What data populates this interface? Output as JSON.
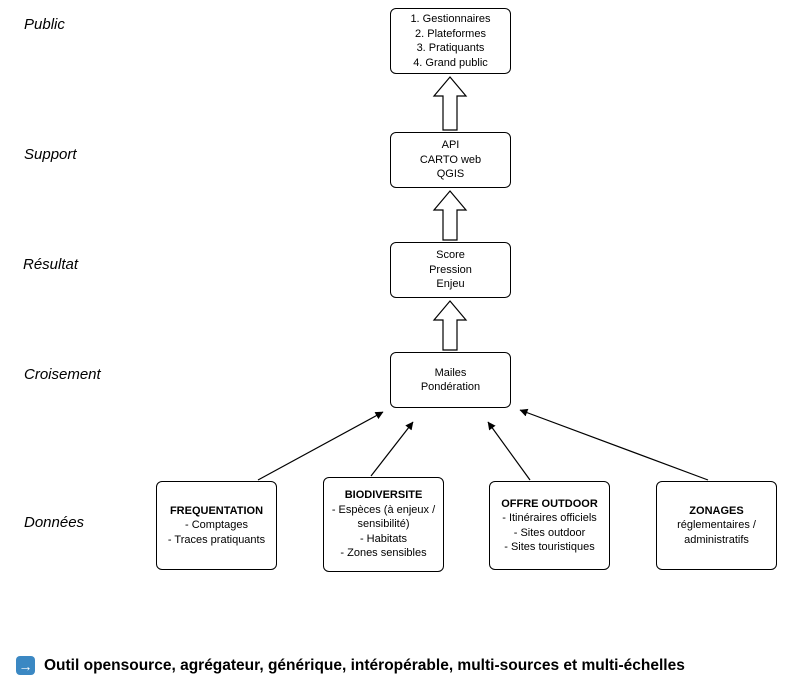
{
  "colors": {
    "background": "#ffffff",
    "box_border": "#000000",
    "footer_icon_bg": "#3b88c3"
  },
  "rows": [
    {
      "label": "Public"
    },
    {
      "label": "Support"
    },
    {
      "label": "Résultat"
    },
    {
      "label": "Croisement"
    },
    {
      "label": "Données"
    }
  ],
  "flow_boxes": [
    {
      "name": "public",
      "lines": [
        "1. Gestionnaires",
        "2. Plateformes",
        "3. Pratiquants",
        "4. Grand public"
      ]
    },
    {
      "name": "support",
      "lines": [
        "API",
        "CARTO web",
        "QGIS"
      ]
    },
    {
      "name": "resultat",
      "lines": [
        "Score",
        "Pression",
        "Enjeu"
      ]
    },
    {
      "name": "croisement",
      "lines": [
        "Mailes",
        "Pondération"
      ]
    }
  ],
  "data_boxes": [
    {
      "title": "FREQUENTATION",
      "lines": [
        "- Comptages",
        "- Traces pratiquants"
      ]
    },
    {
      "title": "BIODIVERSITE",
      "lines": [
        "- Espèces (à enjeux / sensibilité)",
        "- Habitats",
        "- Zones sensibles"
      ]
    },
    {
      "title": "OFFRE OUTDOOR",
      "lines": [
        "- Itinéraires officiels",
        "- Sites outdoor",
        "- Sites touristiques"
      ]
    },
    {
      "title": "ZONAGES",
      "lines": [
        "réglementaires / administratifs"
      ]
    }
  ],
  "footer": {
    "icon_glyph": "→",
    "text": "Outil opensource, agrégateur, générique, intéropérable, multi-sources et multi-échelles"
  }
}
